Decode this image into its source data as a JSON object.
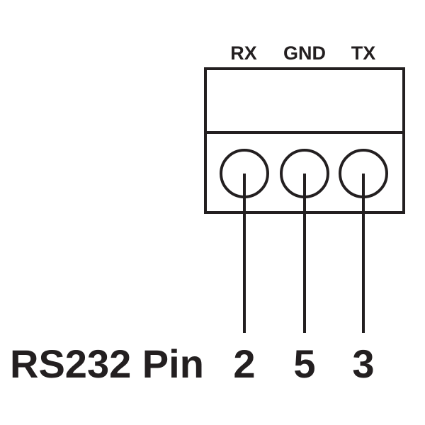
{
  "connector": {
    "pins": [
      {
        "label": "RX",
        "rs232_pin": "2"
      },
      {
        "label": "GND",
        "rs232_pin": "5"
      },
      {
        "label": "TX",
        "rs232_pin": "3"
      }
    ]
  },
  "caption": "RS232 Pin",
  "colors": {
    "line": "#231f20",
    "background": "#ffffff"
  }
}
